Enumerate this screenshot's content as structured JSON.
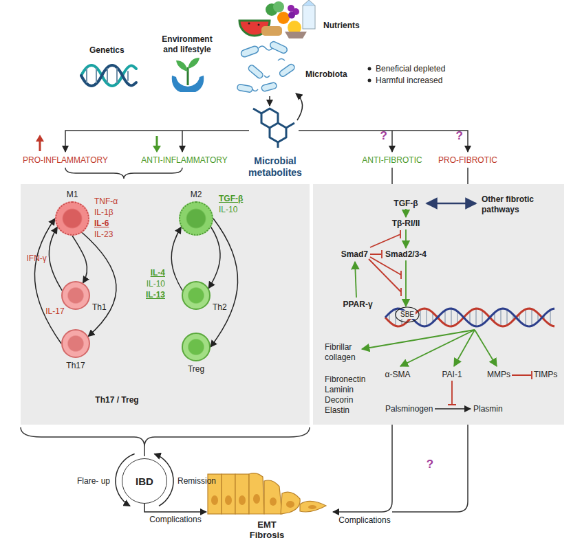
{
  "diagram": {
    "nodes": [
      {
        "text": [
          "Th17 / Treg"
        ]
      },
      {
        "text": [
          "M1"
        ],
        "in": 0
      },
      {
        "text": [
          "Th1"
        ],
        "in": 0
      },
      {
        "text": [
          "Th17"
        ],
        "in": 0
      },
      {
        "text": [
          "M2"
        ],
        "in": 0
      },
      {
        "text": [
          "Th2"
        ],
        "in": 0
      },
      {
        "text": [
          "Treg"
        ],
        "in": 0
      },
      {
        "text": [
          "IBD"
        ]
      },
      {
        "text": [
          "EMT Fibrosis"
        ]
      }
    ],
    "edges": [
      {
        "from": 1,
        "to": 2,
        "arrow": "to"
      },
      {
        "from": 1,
        "to": 3,
        "arrow": "to"
      },
      {
        "from": 2,
        "to": 1,
        "label": "IFN-γ",
        "arrow": "to"
      },
      {
        "from": 3,
        "to": 1,
        "label": "IL-17",
        "arrow": "to"
      },
      {
        "from": 5,
        "to": 4,
        "arrow": "to"
      },
      {
        "from": 4,
        "to": 5,
        "arrow": "to"
      },
      {
        "from": 4,
        "to": 6,
        "arrow": "to"
      },
      {
        "from": 7,
        "to": 8,
        "label": "Complications",
        "arrow": "to"
      }
    ],
    "labels": [
      "Genetics",
      "Environment and lifestyle",
      "Nutrients",
      "Microbiota",
      "Beneficial depleted",
      "Harmful increased",
      "PRO-INFLAMMATORY",
      "ANTI-INFLAMMATORY",
      "Microbial metabolites",
      "?",
      "ANTI-FIBROTIC",
      "?",
      "PRO-FIBROTIC",
      "TNF-α",
      "IL-1β",
      "IL-6",
      "IL-23",
      "TGF-β",
      "IL-10",
      "IL-4",
      "IL-10",
      "IL-13",
      "TGF-β",
      "Other fibrotic pathways",
      "Tβ-RI/II",
      "Smad7",
      "Smad2/3-4",
      "PPAR-γ",
      "SBE",
      "Fibrillar collagen",
      "α-SMA",
      "PAI-1",
      "MMPs",
      "TIMPs",
      "Fibronectin",
      "Laminin",
      "Decorin",
      "Elastin",
      "Palsminogen",
      "Plasmin",
      "Flare- up",
      "Remission",
      "?",
      "Complications"
    ]
  }
}
